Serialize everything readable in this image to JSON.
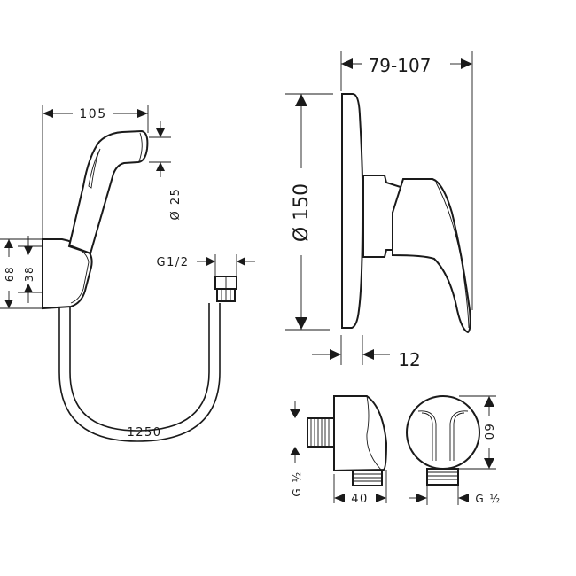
{
  "handheld": {
    "dim_width": "105",
    "dim_head_diameter": "Ø 25",
    "dim_holder_height": "68",
    "dim_holder_inner": "38",
    "dim_connector": "G1/2",
    "dim_hose_length": "1250"
  },
  "mixer": {
    "dim_depth": "79-107",
    "dim_plate_diameter": "Ø 150",
    "dim_plate_thickness": "12"
  },
  "wall_outlet": {
    "dim_thread_side": "G ½",
    "dim_depth": "40",
    "dim_diameter": "60",
    "dim_thread_front": "G ½"
  },
  "colors": {
    "line": "#1a1a1a",
    "background": "#ffffff"
  }
}
